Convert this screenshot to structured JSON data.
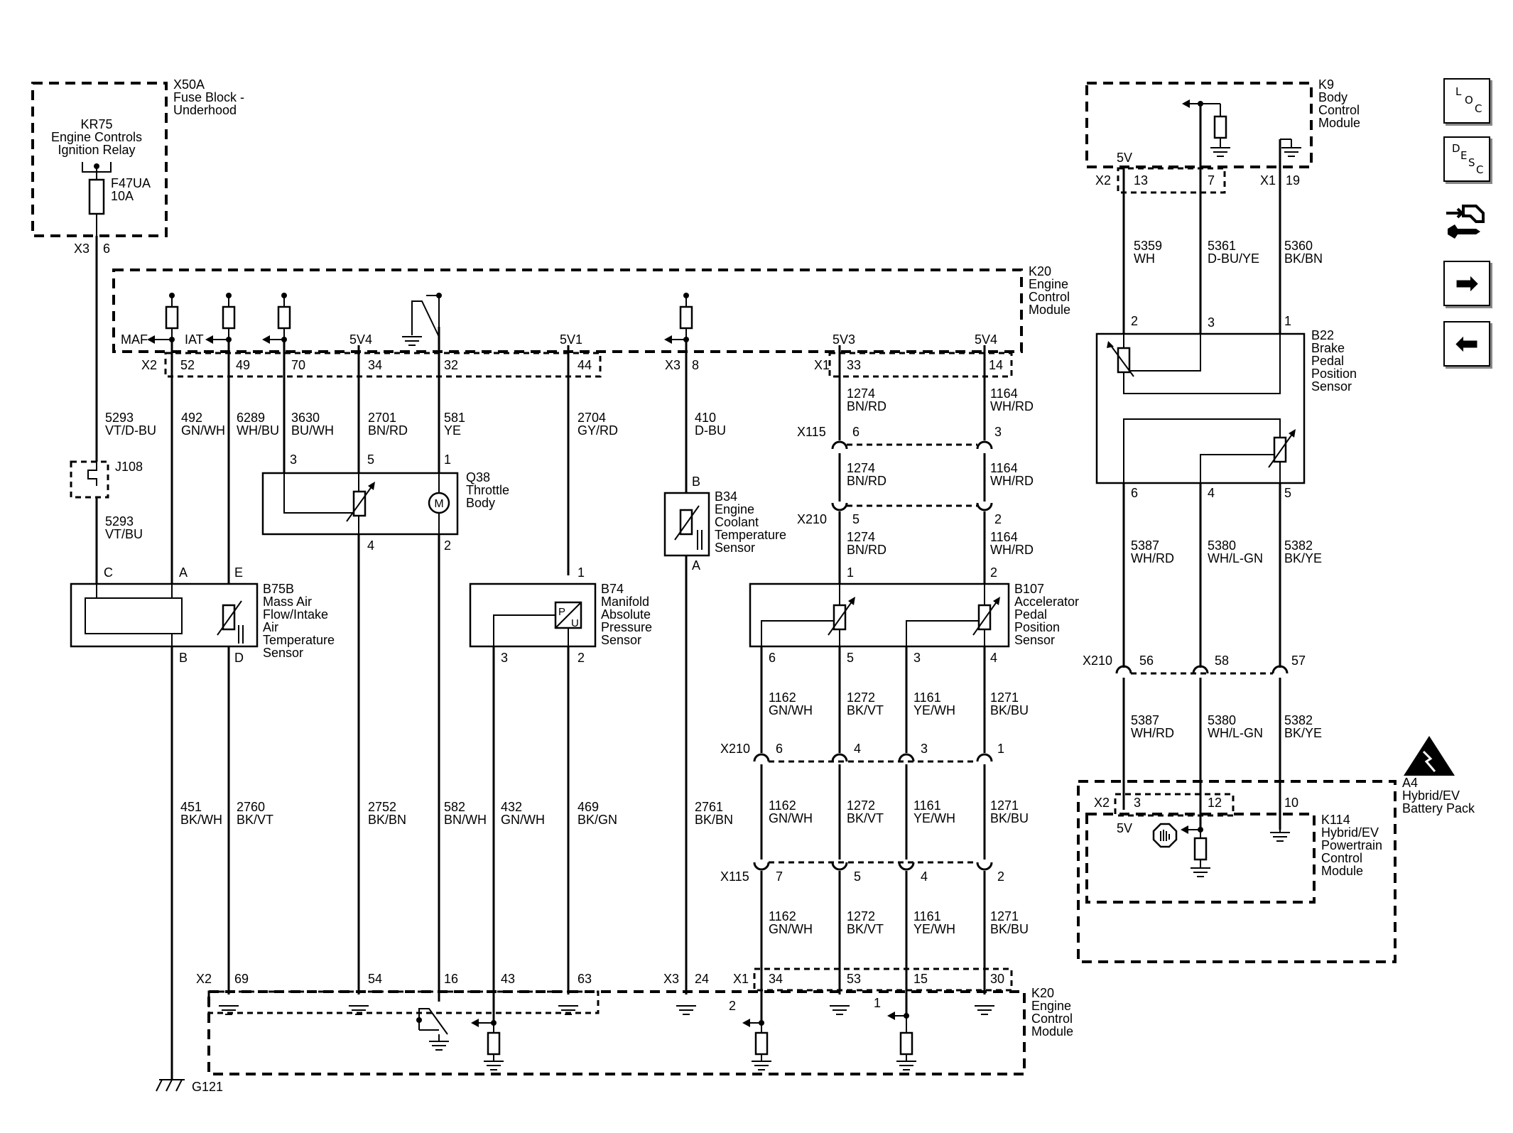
{
  "toolbar": {
    "loc": {
      "l1": "L",
      "l2": "O",
      "l3": "C"
    },
    "desc": {
      "l1": "D",
      "l2": "E",
      "l3": "S",
      "l4": "C"
    },
    "next_glyph": "➡",
    "prev_glyph": "⬅"
  },
  "components": {
    "x50a": {
      "ref": "X50A",
      "l1": "Fuse Block -",
      "l2": "Underhood"
    },
    "kr75": {
      "ref": "KR75",
      "l1": "Engine Controls",
      "l2": "Ignition Relay"
    },
    "fuse": {
      "ref": "F47UA",
      "rating": "10A"
    },
    "k20": {
      "ref": "K20",
      "l1": "Engine",
      "l2": "Control",
      "l3": "Module"
    },
    "k9": {
      "ref": "K9",
      "l1": "Body",
      "l2": "Control",
      "l3": "Module"
    },
    "b22": {
      "ref": "B22",
      "l1": "Brake",
      "l2": "Pedal",
      "l3": "Position",
      "l4": "Sensor"
    },
    "j108": {
      "ref": "J108"
    },
    "q38": {
      "ref": "Q38",
      "l1": "Throttle",
      "l2": "Body",
      "motor": "M"
    },
    "b34": {
      "ref": "B34",
      "l1": "Engine",
      "l2": "Coolant",
      "l3": "Temperature",
      "l4": "Sensor"
    },
    "b75b": {
      "ref": "B75B",
      "l1": "Mass Air",
      "l2": "Flow/Intake",
      "l3": "Air",
      "l4": "Temperature",
      "l5": "Sensor"
    },
    "b74": {
      "ref": "B74",
      "l1": "Manifold",
      "l2": "Absolute",
      "l3": "Pressure",
      "l4": "Sensor",
      "p": "P",
      "u": "U"
    },
    "b107": {
      "ref": "B107",
      "l1": "Accelerator",
      "l2": "Pedal",
      "l3": "Position",
      "l4": "Sensor"
    },
    "a4": {
      "ref": "A4",
      "l1": "Hybrid/EV",
      "l2": "Battery Pack"
    },
    "k114": {
      "ref": "K114",
      "l1": "Hybrid/EV",
      "l2": "Powertrain",
      "l3": "Control",
      "l4": "Module"
    },
    "g121": {
      "ref": "G121"
    }
  },
  "connectors": {
    "x3": "X3",
    "x2": "X2",
    "x1": "X1",
    "x115": "X115",
    "x210": "X210"
  },
  "signals": {
    "maf": "MAF",
    "iat": "IAT",
    "v5v4": "5V4",
    "v5v1": "5V1",
    "v5v3": "5V3",
    "v5": "5V"
  },
  "pins": {
    "x3_6": "6",
    "k20_52": "52",
    "k20_49": "49",
    "k20_70": "70",
    "k20_34": "34",
    "k20_32": "32",
    "k20_44": "44",
    "k20_8": "8",
    "k20_33": "33",
    "k20_14": "14",
    "k9_13": "13",
    "k9_7": "7",
    "k9_19": "19",
    "b22_2": "2",
    "b22_3": "3",
    "b22_1": "1",
    "b22_6": "6",
    "b22_4": "4",
    "b22_5": "5",
    "q38_3": "3",
    "q38_5": "5",
    "q38_1": "1",
    "q38_4": "4",
    "q38_2": "2",
    "b34_b": "B",
    "b34_a": "A",
    "b75_c": "C",
    "b75_a": "A",
    "b75_e": "E",
    "b75_b": "B",
    "b75_d": "D",
    "b74_1": "1",
    "b74_3": "3",
    "b74_2": "2",
    "x115_6": "6",
    "x115_3": "3",
    "x210_5": "5",
    "x210_2": "2",
    "b107_1": "1",
    "b107_2": "2",
    "b107_6": "6",
    "b107_5": "5",
    "b107_3": "3",
    "b107_4": "4",
    "x210r_56": "56",
    "x210r_58": "58",
    "x210r_57": "57",
    "x210b_6": "6",
    "x210b_4": "4",
    "x210b_3": "3",
    "x210b_1": "1",
    "x115b_7": "7",
    "x115b_5": "5",
    "x115b_4": "4",
    "x115b_2": "2",
    "a4_3": "3",
    "a4_12": "12",
    "a4_10": "10",
    "k20b_69": "69",
    "k20b_54": "54",
    "k20b_16": "16",
    "k20b_43": "43",
    "k20b_63": "63",
    "k20b_24": "24",
    "k20b_34": "34",
    "k20b_53": "53",
    "k20b_15": "15",
    "k20b_30": "30",
    "sw_2": "2",
    "sw_1": "1"
  },
  "wires": {
    "w5293a": {
      "c": "5293",
      "col": "VT/D-BU"
    },
    "w492": {
      "c": "492",
      "col": "GN/WH"
    },
    "w6289": {
      "c": "6289",
      "col": "WH/BU"
    },
    "w3630": {
      "c": "3630",
      "col": "BU/WH"
    },
    "w2701": {
      "c": "2701",
      "col": "BN/RD"
    },
    "w581": {
      "c": "581",
      "col": "YE"
    },
    "w2704": {
      "c": "2704",
      "col": "GY/RD"
    },
    "w410": {
      "c": "410",
      "col": "D-BU"
    },
    "w1274a": {
      "c": "1274",
      "col": "BN/RD"
    },
    "w1164a": {
      "c": "1164",
      "col": "WH/RD"
    },
    "w1274b": {
      "c": "1274",
      "col": "BN/RD"
    },
    "w1164b": {
      "c": "1164",
      "col": "WH/RD"
    },
    "w1274c": {
      "c": "1274",
      "col": "BN/RD"
    },
    "w1164c": {
      "c": "1164",
      "col": "WH/RD"
    },
    "w5293b": {
      "c": "5293",
      "col": "VT/BU"
    },
    "w5359": {
      "c": "5359",
      "col": "WH"
    },
    "w5361": {
      "c": "5361",
      "col": "D-BU/YE"
    },
    "w5360": {
      "c": "5360",
      "col": "BK/BN"
    },
    "w5387a": {
      "c": "5387",
      "col": "WH/RD"
    },
    "w5380a": {
      "c": "5380",
      "col": "WH/L-GN"
    },
    "w5382a": {
      "c": "5382",
      "col": "BK/YE"
    },
    "w5387b": {
      "c": "5387",
      "col": "WH/RD"
    },
    "w5380b": {
      "c": "5380",
      "col": "WH/L-GN"
    },
    "w5382b": {
      "c": "5382",
      "col": "BK/YE"
    },
    "w1162a": {
      "c": "1162",
      "col": "GN/WH"
    },
    "w1272a": {
      "c": "1272",
      "col": "BK/VT"
    },
    "w1161a": {
      "c": "1161",
      "col": "YE/WH"
    },
    "w1271a": {
      "c": "1271",
      "col": "BK/BU"
    },
    "w1162b": {
      "c": "1162",
      "col": "GN/WH"
    },
    "w1272b": {
      "c": "1272",
      "col": "BK/VT"
    },
    "w1161b": {
      "c": "1161",
      "col": "YE/WH"
    },
    "w1271b": {
      "c": "1271",
      "col": "BK/BU"
    },
    "w1162c": {
      "c": "1162",
      "col": "GN/WH"
    },
    "w1272c": {
      "c": "1272",
      "col": "BK/VT"
    },
    "w1161c": {
      "c": "1161",
      "col": "YE/WH"
    },
    "w1271c": {
      "c": "1271",
      "col": "BK/BU"
    },
    "w451": {
      "c": "451",
      "col": "BK/WH"
    },
    "w2760": {
      "c": "2760",
      "col": "BK/VT"
    },
    "w2752": {
      "c": "2752",
      "col": "BK/BN"
    },
    "w582": {
      "c": "582",
      "col": "BN/WH"
    },
    "w432": {
      "c": "432",
      "col": "GN/WH"
    },
    "w469": {
      "c": "469",
      "col": "BK/GN"
    },
    "w2761": {
      "c": "2761",
      "col": "BK/BN"
    }
  }
}
